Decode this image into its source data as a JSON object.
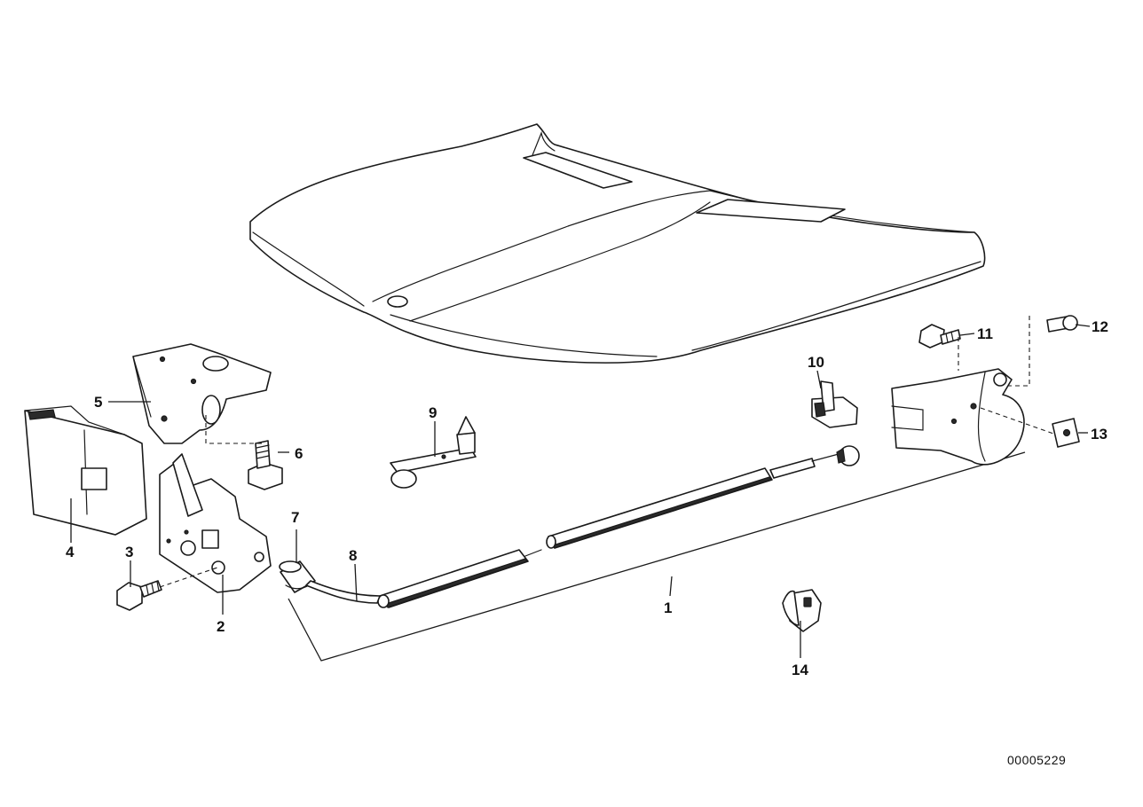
{
  "diagram": {
    "id_label": "00005229",
    "callouts": [
      "1",
      "2",
      "3",
      "4",
      "5",
      "6",
      "7",
      "8",
      "9",
      "10",
      "11",
      "12",
      "13",
      "14"
    ]
  }
}
